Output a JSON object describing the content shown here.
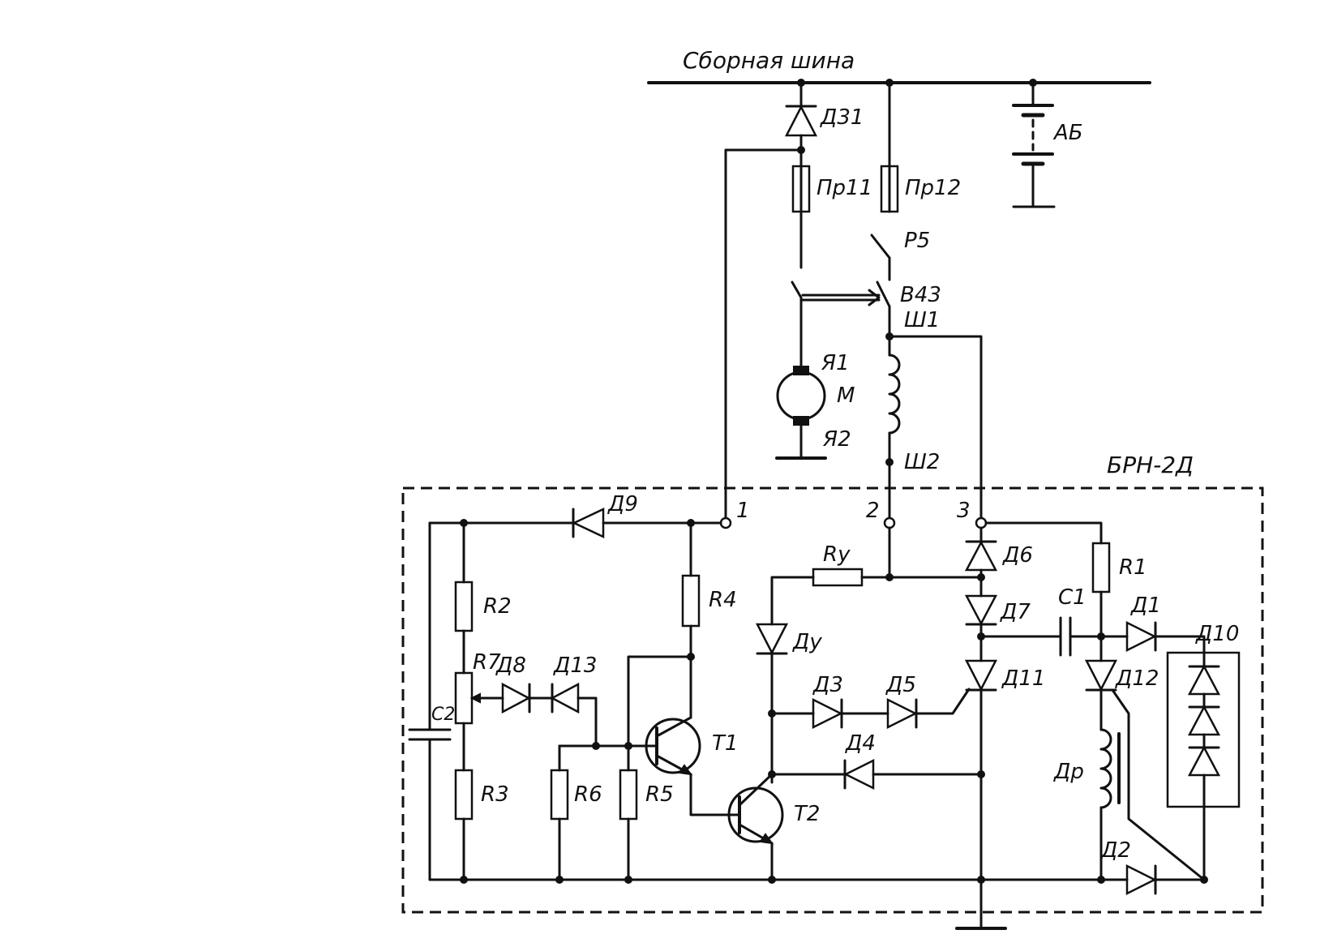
{
  "labels": {
    "bus": "Сборная шина",
    "d31": "Д31",
    "ab": "АБ",
    "pr11": "Пр11",
    "pr12": "Пр12",
    "p5": "Р5",
    "b43": "В43",
    "sh1": "Ш1",
    "ya1": "Я1",
    "m": "М",
    "ya2": "Я2",
    "sh2": "Ш2",
    "block": "БРН-2Д",
    "t1": "1",
    "t2": "2",
    "t3": "3",
    "d9": "Д9",
    "ry": "Rу",
    "d6": "Д6",
    "r1": "R1",
    "r2": "R2",
    "r4": "R4",
    "dy": "Ду",
    "d7": "Д7",
    "c1": "C1",
    "d1": "Д1",
    "d10": "Д10",
    "r7": "R7",
    "d8": "Д8",
    "d13": "Д13",
    "d3": "Д3",
    "d5": "Д5",
    "d11": "Д11",
    "d12": "Д12",
    "c2": "C2",
    "tr1": "T1",
    "d4": "Д4",
    "dr": "Др",
    "r3": "R3",
    "r6": "R6",
    "r5": "R5",
    "tr2": "T2",
    "d2": "Д2"
  }
}
